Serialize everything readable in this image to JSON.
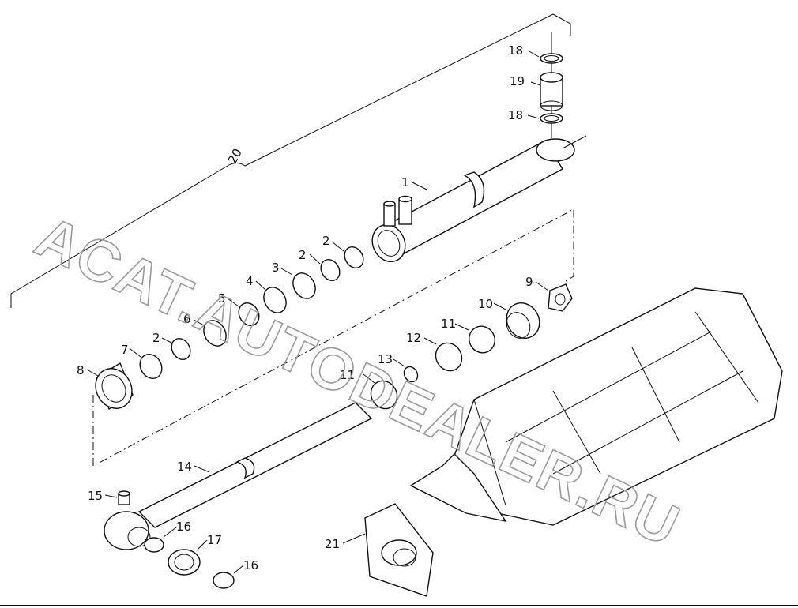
{
  "watermark": "ACAT.AUTODEALER.RU",
  "labels": {
    "l1": "1",
    "l2a": "2",
    "l2b": "2",
    "l2c": "2",
    "l3": "3",
    "l4": "4",
    "l5": "5",
    "l6": "6",
    "l7": "7",
    "l8": "8",
    "l9": "9",
    "l10": "10",
    "l11a": "11",
    "l11b": "11",
    "l12": "12",
    "l13": "13",
    "l14": "14",
    "l15": "15",
    "l16a": "16",
    "l16b": "16",
    "l17": "17",
    "l18a": "18",
    "l18b": "18",
    "l19": "19",
    "l20": "20",
    "l21": "21"
  }
}
